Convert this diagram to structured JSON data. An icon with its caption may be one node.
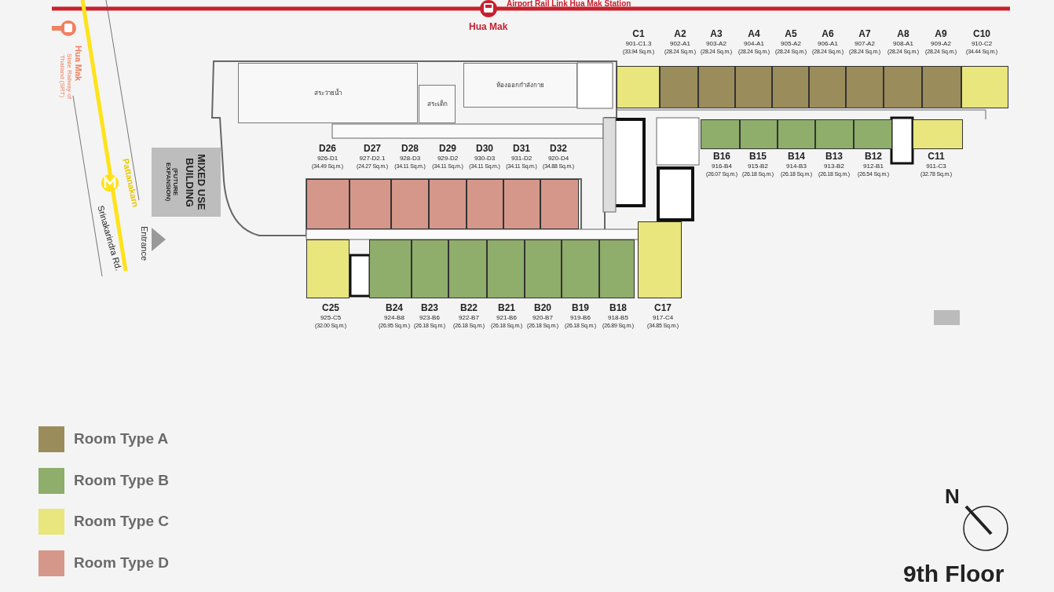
{
  "diagram": {
    "title": "9th Floor",
    "nodes": [
      {
        "text": [
          "MIXED USE BUILDING",
          "(FUTURE EXPANSION)"
        ]
      },
      {
        "text": [
          "สระว่ายน้ำ"
        ]
      },
      {
        "text": [
          "สระเด็ก"
        ]
      },
      {
        "text": [
          "ห้องออกกำลังกาย"
        ]
      },
      {
        "text": [
          "C1",
          "901-C1.3",
          "(33.94 Sq.m.)"
        ]
      },
      {
        "text": [
          "A2",
          "902-A1",
          "(28.24 Sq.m.)"
        ]
      },
      {
        "text": [
          "A3",
          "903-A2",
          "(28.24 Sq.m.)"
        ]
      },
      {
        "text": [
          "A4",
          "904-A1",
          "(28.24 Sq.m.)"
        ]
      },
      {
        "text": [
          "A5",
          "905-A2",
          "(28.24 Sq.m.)"
        ]
      },
      {
        "text": [
          "A6",
          "906-A1",
          "(28.24 Sq.m.)"
        ]
      },
      {
        "text": [
          "A7",
          "907-A2",
          "(28.24 Sq.m.)"
        ]
      },
      {
        "text": [
          "A8",
          "908-A1",
          "(28.24 Sq.m.)"
        ]
      },
      {
        "text": [
          "A9",
          "909-A2",
          "(28.24 Sq.m.)"
        ]
      },
      {
        "text": [
          "C10",
          "910-C2",
          "(34.44 Sq.m.)"
        ]
      },
      {
        "text": [
          "B16",
          "916-B4",
          "(26.07 Sq.m.)"
        ]
      },
      {
        "text": [
          "B15",
          "915-B2",
          "(26.18 Sq.m.)"
        ]
      },
      {
        "text": [
          "B14",
          "914-B3",
          "(26.18 Sq.m.)"
        ]
      },
      {
        "text": [
          "B13",
          "913-B2",
          "(26.18 Sq.m.)"
        ]
      },
      {
        "text": [
          "B12",
          "912-B1",
          "(26.54 Sq.m.)"
        ]
      },
      {
        "text": [
          "C11",
          "911-C3",
          "(32.78 Sq.m.)"
        ]
      },
      {
        "text": [
          "D26",
          "926-D1",
          "(34.49 Sq.m.)"
        ]
      },
      {
        "text": [
          "D27",
          "927-D2.1",
          "(24.27 Sq.m.)"
        ]
      },
      {
        "text": [
          "D28",
          "928-D3",
          "(34.11 Sq.m.)"
        ]
      },
      {
        "text": [
          "D29",
          "929-D2",
          "(34.11 Sq.m.)"
        ]
      },
      {
        "text": [
          "D30",
          "930-D3",
          "(34.11 Sq.m.)"
        ]
      },
      {
        "text": [
          "D31",
          "931-D2",
          "(34.11 Sq.m.)"
        ]
      },
      {
        "text": [
          "D32",
          "920-D4",
          "(34.88 Sq.m.)"
        ]
      },
      {
        "text": [
          "C25",
          "925-C5",
          "(32.00 Sq.m.)"
        ]
      },
      {
        "text": [
          "B24",
          "924-B8",
          "(26.95 Sq.m.)"
        ]
      },
      {
        "text": [
          "B23",
          "923-B6",
          "(26.18 Sq.m.)"
        ]
      },
      {
        "text": [
          "B22",
          "922-B7",
          "(26.18 Sq.m.)"
        ]
      },
      {
        "text": [
          "B21",
          "921-B6",
          "(26.18 Sq.m.)"
        ]
      },
      {
        "text": [
          "B20",
          "920-B7",
          "(26.18 Sq.m.)"
        ]
      },
      {
        "text": [
          "B19",
          "919-B6",
          "(26.18 Sq.m.)"
        ]
      },
      {
        "text": [
          "B18",
          "918-B5",
          "(26.89 Sq.m.)"
        ]
      },
      {
        "text": [
          "C17",
          "917-C4",
          "(34.85 Sq.m.)"
        ]
      }
    ],
    "labels": [
      "Airport Rail Link Hua Mak Station",
      "Hua Mak",
      "Hua Mak",
      "State Railway of Thailand (SRT)",
      "Pattanakarn",
      "Entrance",
      "Srinakarindra Rd.",
      "N"
    ],
    "legend": [
      {
        "text": "Room Type A",
        "color": "#9b8c5c"
      },
      {
        "text": "Room Type B",
        "color": "#8fad6b"
      },
      {
        "text": "Room Type C",
        "color": "#e8e67c"
      },
      {
        "text": "Room Type D",
        "color": "#d5978a"
      }
    ]
  }
}
